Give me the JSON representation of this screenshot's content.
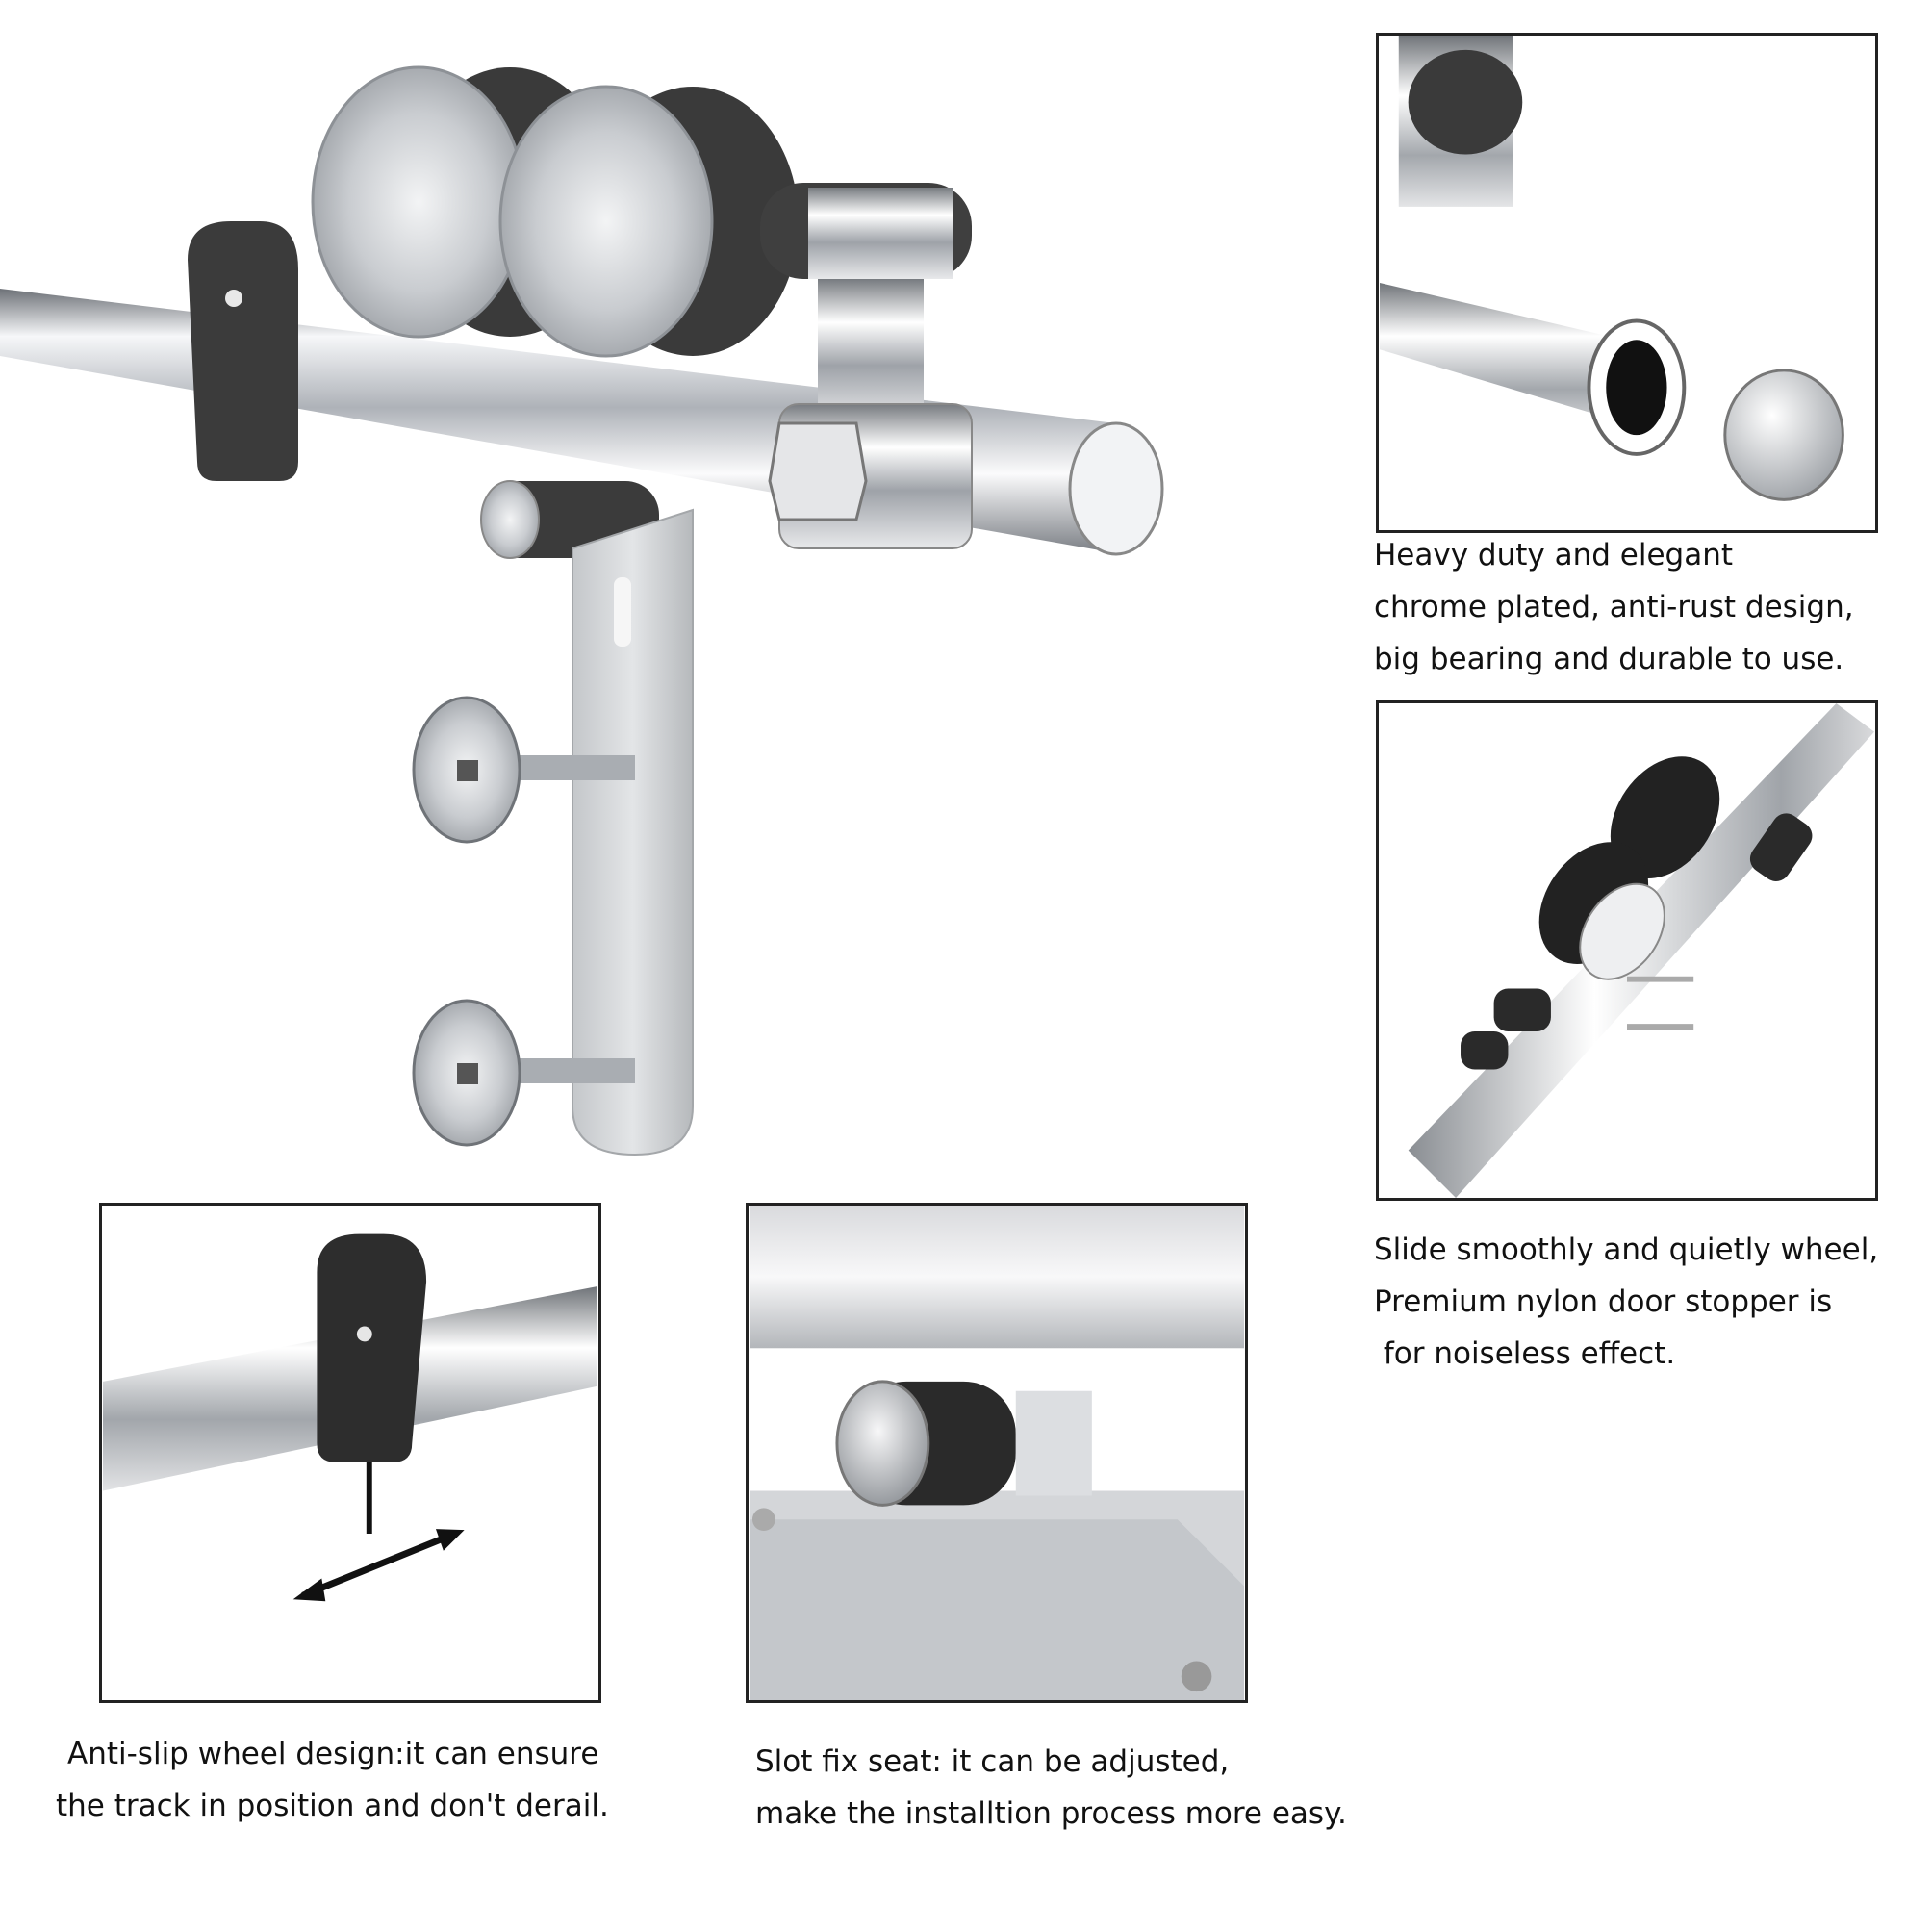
{
  "captions": {
    "chrome": [
      "Heavy duty and elegant",
      "chrome plated, anti-rust design,",
      "big bearing and durable to use."
    ],
    "wheel": [
      "Slide smoothly and quietly wheel,",
      "Premium nylon door stopper is",
      " for noiseless effect."
    ],
    "anti_slip": [
      "Anti-slip wheel design:it can ensure",
      "the track in position and don't derail."
    ],
    "slot": [
      "Slot fix seat: it can be adjusted,",
      "make the installtion process more easy."
    ]
  },
  "colors": {
    "chrome_light": "#f4f5f7",
    "chrome_mid": "#b9bdc3",
    "chrome_dark": "#55595f",
    "rubber": "#2b2b2b",
    "brushed": "#cfd2d5",
    "frame": "#222222"
  }
}
